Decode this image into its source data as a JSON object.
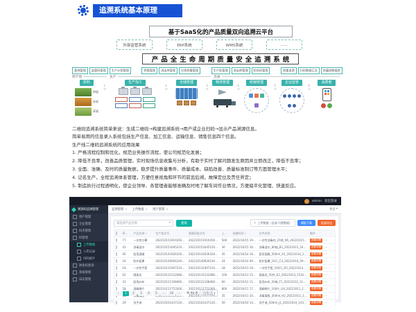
{
  "header": {
    "title": "追溯系统基本原理"
  },
  "icons": {
    "chevron_down": "▾",
    "sort": "↕",
    "close": "×",
    "prev": "‹",
    "next": "›",
    "upload": "↑"
  },
  "platform": {
    "title": "基于SaaS化的产品质量双向追溯云平台",
    "systems": [
      "外部监管系统",
      "ERP系统",
      "WMS系统",
      "……"
    ],
    "banner": "产品全生命周期质量安全追溯系统",
    "module_groups": [
      [
        "基地管理",
        "监管码管理",
        "生产计划管理"
      ],
      [
        "养殖管理",
        "进出库管理",
        "分拣称重管理"
      ],
      [
        "生产批管理",
        "进出库管理",
        "防伪码管理"
      ],
      [
        "质量追溯",
        "扫码数据汇总",
        "防篡改数据库"
      ]
    ],
    "stages": [
      "原产地",
      "生产",
      "流通"
    ],
    "chain": [
      {
        "label": "原料",
        "photos": [
          {
            "name": "种植"
          },
          {
            "name": "采收"
          },
          {
            "name": "养殖"
          }
        ]
      },
      {
        "label": "生产加工"
      },
      {
        "label": "仓储管理"
      },
      {
        "label": "物流管理"
      },
      {
        "label": "经销管理"
      },
      {
        "label": "企业监管"
      },
      {
        "label": "消费者"
      }
    ],
    "arrows": [
      "1",
      "2",
      "3",
      "4",
      "5",
      "6"
    ]
  },
  "description": {
    "lines": [
      "二维码追溯系统简单来说：生成二维码→构建追溯系统→用户或企业扫码→显示产品溯源信息。",
      "简单易用的信息录入系统包括生产信息、加工信息、运输信息、销售信息四个信息。",
      "生产线二维码追溯系统的应用效果"
    ],
    "effects": [
      "1. 严格流程控制和优化，规范业务操作流程，使公司规范化发展；",
      "2. 降低不良率，改善品质管理，实时现场信息收集与分析，有助于实时了解问题发生原因并立即改正，降低不良率；",
      "3. 全面、准确、及时的质量数据，稳步提升质量事件、质量成本、缺陷改善、质量标准制订等方面管理水平；",
      "4. 记名生产，全程追溯体系管理，方便任意视角和环节的前追后溯，故障定位及责任界定；",
      "5. 制造执行过程透明化，使企业领导、各管理者能够准确及时地了解车间作业情况，方便扁平化管理、快速反应。"
    ]
  },
  "admin": {
    "topbar": {
      "user": "admin",
      "logout": "退出登录"
    },
    "sidebar": {
      "brand": "溯源码追溯管理",
      "main": [
        "用户管理",
        "企业管理",
        "码点管理",
        "码管理"
      ],
      "sub_active": "上传数据",
      "sub": [
        "入库记录",
        "扫码统计"
      ],
      "bottom": [
        "防伪码查询",
        "系统管理",
        "日志管理"
      ]
    },
    "tabs": [
      "追溯管理",
      "上传数据",
      "用户管理"
    ],
    "tabs_more": "更多",
    "filter": {
      "select_placeholder": "请选择产品名称",
      "search_label": "查询",
      "upload_label": "上传数据（全部-可视数据）",
      "template_label": "模板下载",
      "export_label": "批量导出"
    },
    "table": {
      "headers": [
        "序号",
        "产品名称",
        "生产批次号",
        "溯源码批次号",
        "上报量",
        "创建时间",
        "文件名称",
        "操作"
      ],
      "action_view": "查看详情",
      "action_download": "下载",
      "rows": [
        {
          "no": "77",
          "name": "一次性口罩",
          "batch": "202210151919350001…",
          "trace": "202210151919350001…",
          "qty": "500",
          "time": "2022/10/15 19:19:35",
          "file": "一次性消毒剂_25袋_N5_20221015_100560"
        },
        {
          "no": "41",
          "name": "消毒湿巾",
          "batch": "202210151645210002…",
          "trace": "202210151645210002…",
          "qty": "30",
          "time": "2022/10/15 16:45:21",
          "file": "消毒湿巾_80抽_B2_20221015_164521"
        },
        {
          "no": "95",
          "name": "医用酒精",
          "batch": "202210141626320003…",
          "trace": "202210141626320003…",
          "qty": "45",
          "time": "2022/10/14 16:26:32",
          "file": "医用酒精_500ml_A1_20221014_162632"
        },
        {
          "no": "24",
          "name": "防护面罩",
          "batch": "202210140926140004…",
          "trace": "202210140926140004…",
          "qty": "24",
          "time": "2022/10/14 09:26:14",
          "file": "防护面罩_10只_C3_20221014_092614"
        },
        {
          "no": "18",
          "name": "一次性手套",
          "batch": "202210131947210005…",
          "trace": "202210131947210005…",
          "qty": "18",
          "time": "2022/10/13 19:47:21",
          "file": "一次性手套_100只_D5_20221013_194721"
        },
        {
          "no": "62",
          "name": "隔离衣",
          "batch": "202210131532080006…",
          "trace": "202210131532080006…",
          "qty": "100",
          "time": "2022/10/13 15:32:08",
          "file": "隔离衣_50件_E2_20221013_153208"
        },
        {
          "no": "33",
          "name": "医用纱布",
          "batch": "202210121108460007…",
          "trace": "202210121108460007…",
          "qty": "60",
          "time": "2022/10/12 11:08:46",
          "file": "医用纱布_20卷_F1_20221012_110846"
        },
        {
          "no": "58",
          "name": "酒精棉片",
          "batch": "202210111753300008…",
          "trace": "202210111753300008…",
          "qty": "800",
          "time": "2022/10/11 17:53:30",
          "file": "酒精棉片_100片_G4_20221011_175330"
        },
        {
          "no": "46",
          "name": "消毒凝胶",
          "batch": "202210111021550009…",
          "trace": "202210111021550009…",
          "qty": "35",
          "time": "2022/10/11 10:21:55",
          "file": "消毒凝胶_300ml_H2_20221011_102155"
        },
        {
          "no": "29",
          "name": "洗手液",
          "batch": "202210101437120010…",
          "trace": "202210101437120010…",
          "qty": "50",
          "time": "2022/10/10 14:37:12",
          "file": "洗手液_500ml_J1_20221010_143712"
        }
      ]
    },
    "pagination": {
      "first": "1",
      "pages": [
        "2",
        "3",
        "4",
        "5",
        "…",
        "10"
      ],
      "total": "共 98 条",
      "size": "10条/页"
    }
  },
  "colors": {
    "title_bg": "#1653d4",
    "chip_teal": "#38b2ab",
    "button_teal": "#10b5a5",
    "button_blue": "#3f8cff",
    "button_orange": "#f0662b",
    "sidebar_bg": "#2b3343",
    "topbar_bg": "#161b26"
  }
}
